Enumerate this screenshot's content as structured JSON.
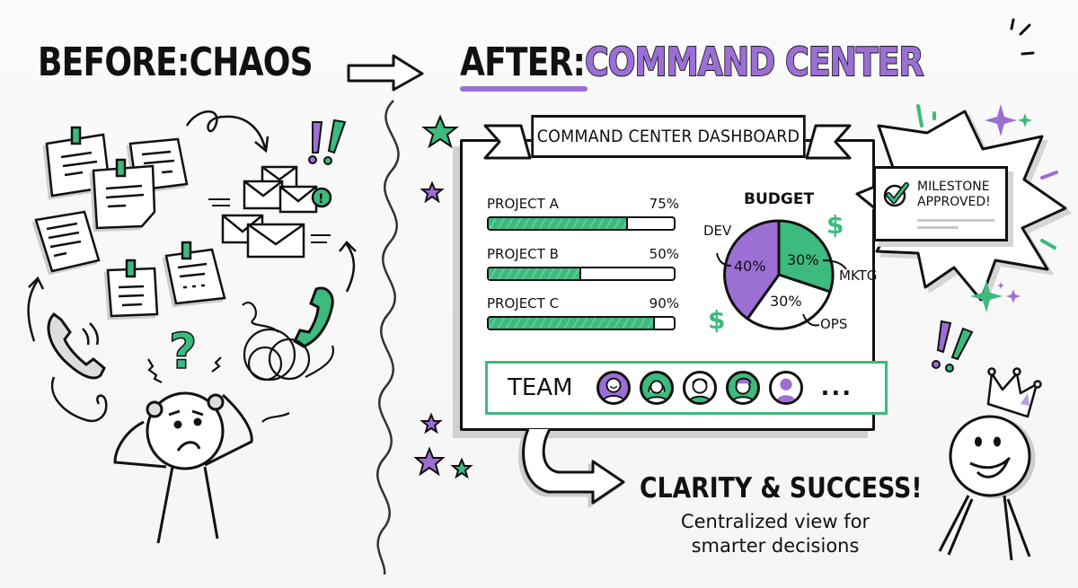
{
  "header": {
    "before_label": "BEFORE",
    "before_colon": ":",
    "before_value": "CHAOS",
    "after_label": "AFTER",
    "after_colon": ":",
    "after_value": "COMMAND CENTER"
  },
  "colors": {
    "purple": "#9b6fd4",
    "green": "#3dba7e",
    "ink": "#111111",
    "background": "#f7f7f7",
    "shadow": "#d0d0d0"
  },
  "before_scene": {
    "icons": [
      "sticky-note-icon",
      "envelope-icon",
      "phone-icon",
      "question-mark-icon",
      "exclamation-icon",
      "stressed-person-icon"
    ],
    "question_mark": "?",
    "exclamation": "!!"
  },
  "dashboard": {
    "banner_title": "COMMAND CENTER DASHBOARD",
    "projects": [
      {
        "name": "PROJECT A",
        "percent_label": "75%",
        "percent": 75
      },
      {
        "name": "PROJECT B",
        "percent_label": "50%",
        "percent": 50
      },
      {
        "name": "PROJECT C",
        "percent_label": "90%",
        "percent": 90
      }
    ],
    "budget": {
      "title": "BUDGET",
      "slices": [
        {
          "name": "DEV",
          "label": "40%",
          "value": 40,
          "color": "#9b6fd4"
        },
        {
          "name": "MKTG",
          "label": "30%",
          "value": 30,
          "color": "#3dba7e"
        },
        {
          "name": "OPS",
          "label": "30%",
          "value": 30,
          "color": "#ffffff"
        }
      ],
      "currency_symbol": "$"
    },
    "team": {
      "label": "TEAM",
      "avatars": [
        {
          "style": "smile",
          "bg": "#9b6fd4"
        },
        {
          "style": "long-hair",
          "bg": "#3dba7e"
        },
        {
          "style": "short-hair",
          "bg": "#ffffff"
        },
        {
          "style": "curly-hair",
          "bg": "#3dba7e"
        },
        {
          "style": "silhouette",
          "bg": "#ffffff"
        }
      ],
      "more": "..."
    }
  },
  "milestone": {
    "line1": "MILESTONE",
    "line2": "APPROVED!"
  },
  "footer": {
    "headline": "CLARITY & SUCCESS!",
    "subtext_line1": "Centralized view for",
    "subtext_line2": "smarter decisions"
  },
  "chart_data": {
    "type": "pie",
    "title": "BUDGET",
    "categories": [
      "DEV",
      "MKTG",
      "OPS"
    ],
    "values": [
      40,
      30,
      30
    ],
    "labels": [
      "40%",
      "30%",
      "30%"
    ],
    "colors": [
      "#9b6fd4",
      "#3dba7e",
      "#ffffff"
    ],
    "secondary": {
      "type": "bar",
      "orientation": "horizontal",
      "categories": [
        "PROJECT A",
        "PROJECT B",
        "PROJECT C"
      ],
      "values": [
        75,
        50,
        90
      ],
      "xlim": [
        0,
        100
      ],
      "unit": "%"
    }
  }
}
